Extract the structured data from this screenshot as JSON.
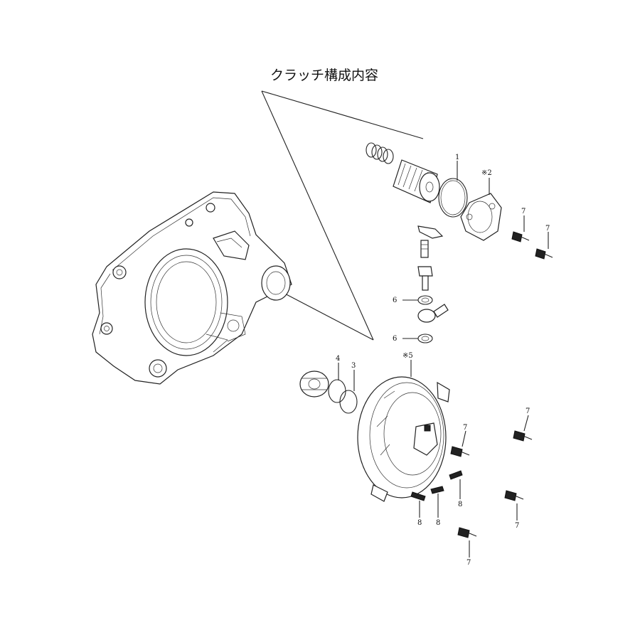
{
  "title": "クラッチ構成内容",
  "callouts": {
    "c1": "1",
    "c2": "※2",
    "c3": "3",
    "c4": "4",
    "c5": "※5",
    "c6a": "6",
    "c6b": "6",
    "c7a": "7",
    "c7b": "7",
    "c7c": "7",
    "c7d": "7",
    "c7e": "7",
    "c7f": "7",
    "c8a": "8",
    "c8b": "8",
    "c8c": "8"
  }
}
